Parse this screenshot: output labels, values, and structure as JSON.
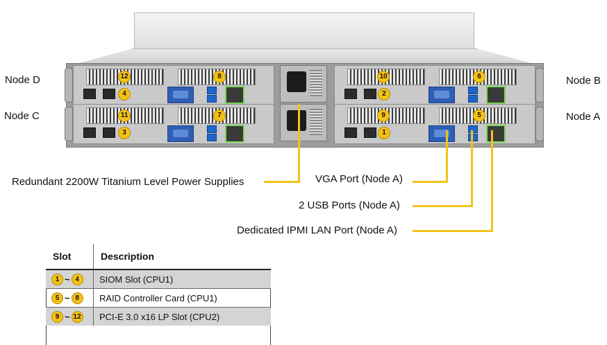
{
  "node_labels": {
    "node_d": "Node D",
    "node_c": "Node C",
    "node_b": "Node B",
    "node_a": "Node A"
  },
  "slot_badges": {
    "node_d": [
      "12",
      "8",
      "4"
    ],
    "node_c": [
      "11",
      "7",
      "3"
    ],
    "node_b": [
      "10",
      "6",
      "2"
    ],
    "node_a": [
      "9",
      "5",
      "1"
    ]
  },
  "callouts": {
    "power_supplies": "Redundant  2200W Titanium  Level Power Supplies",
    "vga_port": "VGA Port (Node A)",
    "usb_ports": "2 USB Ports (Node A)",
    "ipmi_port": "Dedicated IPMI  LAN Port (Node A)"
  },
  "colors": {
    "leader_line": "#f2c31b",
    "badge": "#f4c217",
    "row_shade": "#d4d4d4"
  },
  "legend": {
    "headers": {
      "slot": "Slot",
      "description": "Description"
    },
    "tilde": "~",
    "rows": [
      {
        "from": "1",
        "to": "4",
        "description": "SIOM Slot (CPU1)"
      },
      {
        "from": "5",
        "to": "8",
        "description": "RAID Controller Card (CPU1)"
      },
      {
        "from": "9",
        "to": "12",
        "description": "PCI-E  3.0 x16  LP Slot (CPU2)"
      }
    ]
  }
}
